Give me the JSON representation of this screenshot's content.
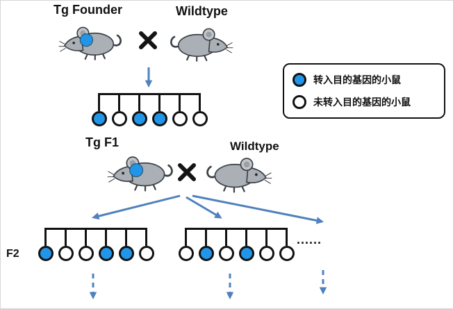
{
  "colors": {
    "transgenic_fill": "#2196e8",
    "arrow": "#4f81bd",
    "line": "#111111"
  },
  "generation1": {
    "tg_label": "Tg Founder",
    "wildtype_label": "Wildtype",
    "litter": [
      true,
      false,
      true,
      true,
      false,
      false
    ]
  },
  "legend": {
    "items": [
      {
        "filled": true,
        "label": "转入目的基因的小鼠"
      },
      {
        "filled": false,
        "label": "未转入目的基因的小鼠"
      }
    ]
  },
  "generation2": {
    "tg_label": "Tg F1",
    "wildtype_label": "Wildtype",
    "f2_label": "F2",
    "litters": [
      [
        true,
        false,
        false,
        true,
        true,
        false
      ],
      [
        false,
        true,
        false,
        true,
        false,
        false
      ]
    ],
    "more_litters_ellipsis": "......"
  }
}
